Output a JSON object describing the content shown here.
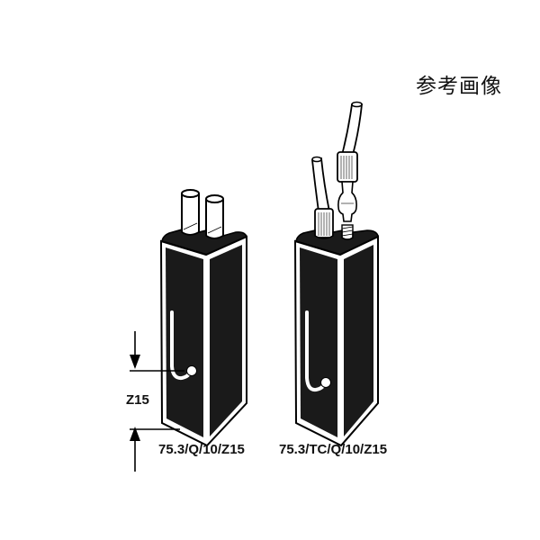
{
  "header": {
    "reference_label": "参考画像"
  },
  "cuvettes": [
    {
      "model": "75.3/Q/10/Z15",
      "type": "standard cuvette with two glass tube ports",
      "color": "#1a1a1a"
    },
    {
      "model": "75.3/TC/Q/10/Z15",
      "type": "cuvette with tubing connectors",
      "color": "#1a1a1a"
    }
  ],
  "dimension": {
    "label": "Z15"
  }
}
